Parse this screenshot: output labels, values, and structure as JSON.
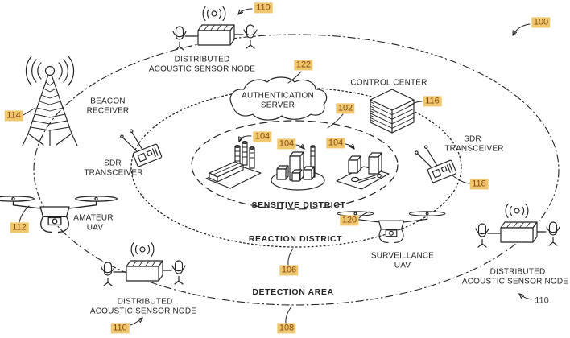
{
  "palette": {
    "highlight": "#EFC76E",
    "ref_color": "#8A4A10",
    "ink": "#222222"
  },
  "figure_ref": "100",
  "zones": {
    "sensitive_district": {
      "label": "SENSITIVE DISTRICT",
      "ref": "102"
    },
    "reaction_district": {
      "label": "REACTION DISTRICT",
      "ref": "106"
    },
    "detection_area": {
      "label": "DETECTION AREA",
      "ref": "108"
    }
  },
  "components": {
    "protected_sites": {
      "ref": "104"
    },
    "acoustic_node": {
      "label_line1": "DISTRIBUTED",
      "label_line2": "ACOUSTIC SENSOR NODE",
      "ref": "110"
    },
    "amateur_uav": {
      "label_line1": "AMATEUR",
      "label_line2": "UAV",
      "ref": "112"
    },
    "beacon_receiver": {
      "label_line1": "BEACON",
      "label_line2": "RECEIVER",
      "ref": "114"
    },
    "control_center": {
      "label": "CONTROL CENTER",
      "ref": "116"
    },
    "sdr_transceiver": {
      "label_line1": "SDR",
      "label_line2": "TRANSCEIVER",
      "ref": "118"
    },
    "surveillance_uav": {
      "label_line1": "SURVEILLANCE",
      "label_line2": "UAV",
      "ref": "120"
    },
    "auth_server": {
      "label_line1": "AUTHENTICATION",
      "label_line2": "SERVER",
      "ref": "122"
    }
  }
}
